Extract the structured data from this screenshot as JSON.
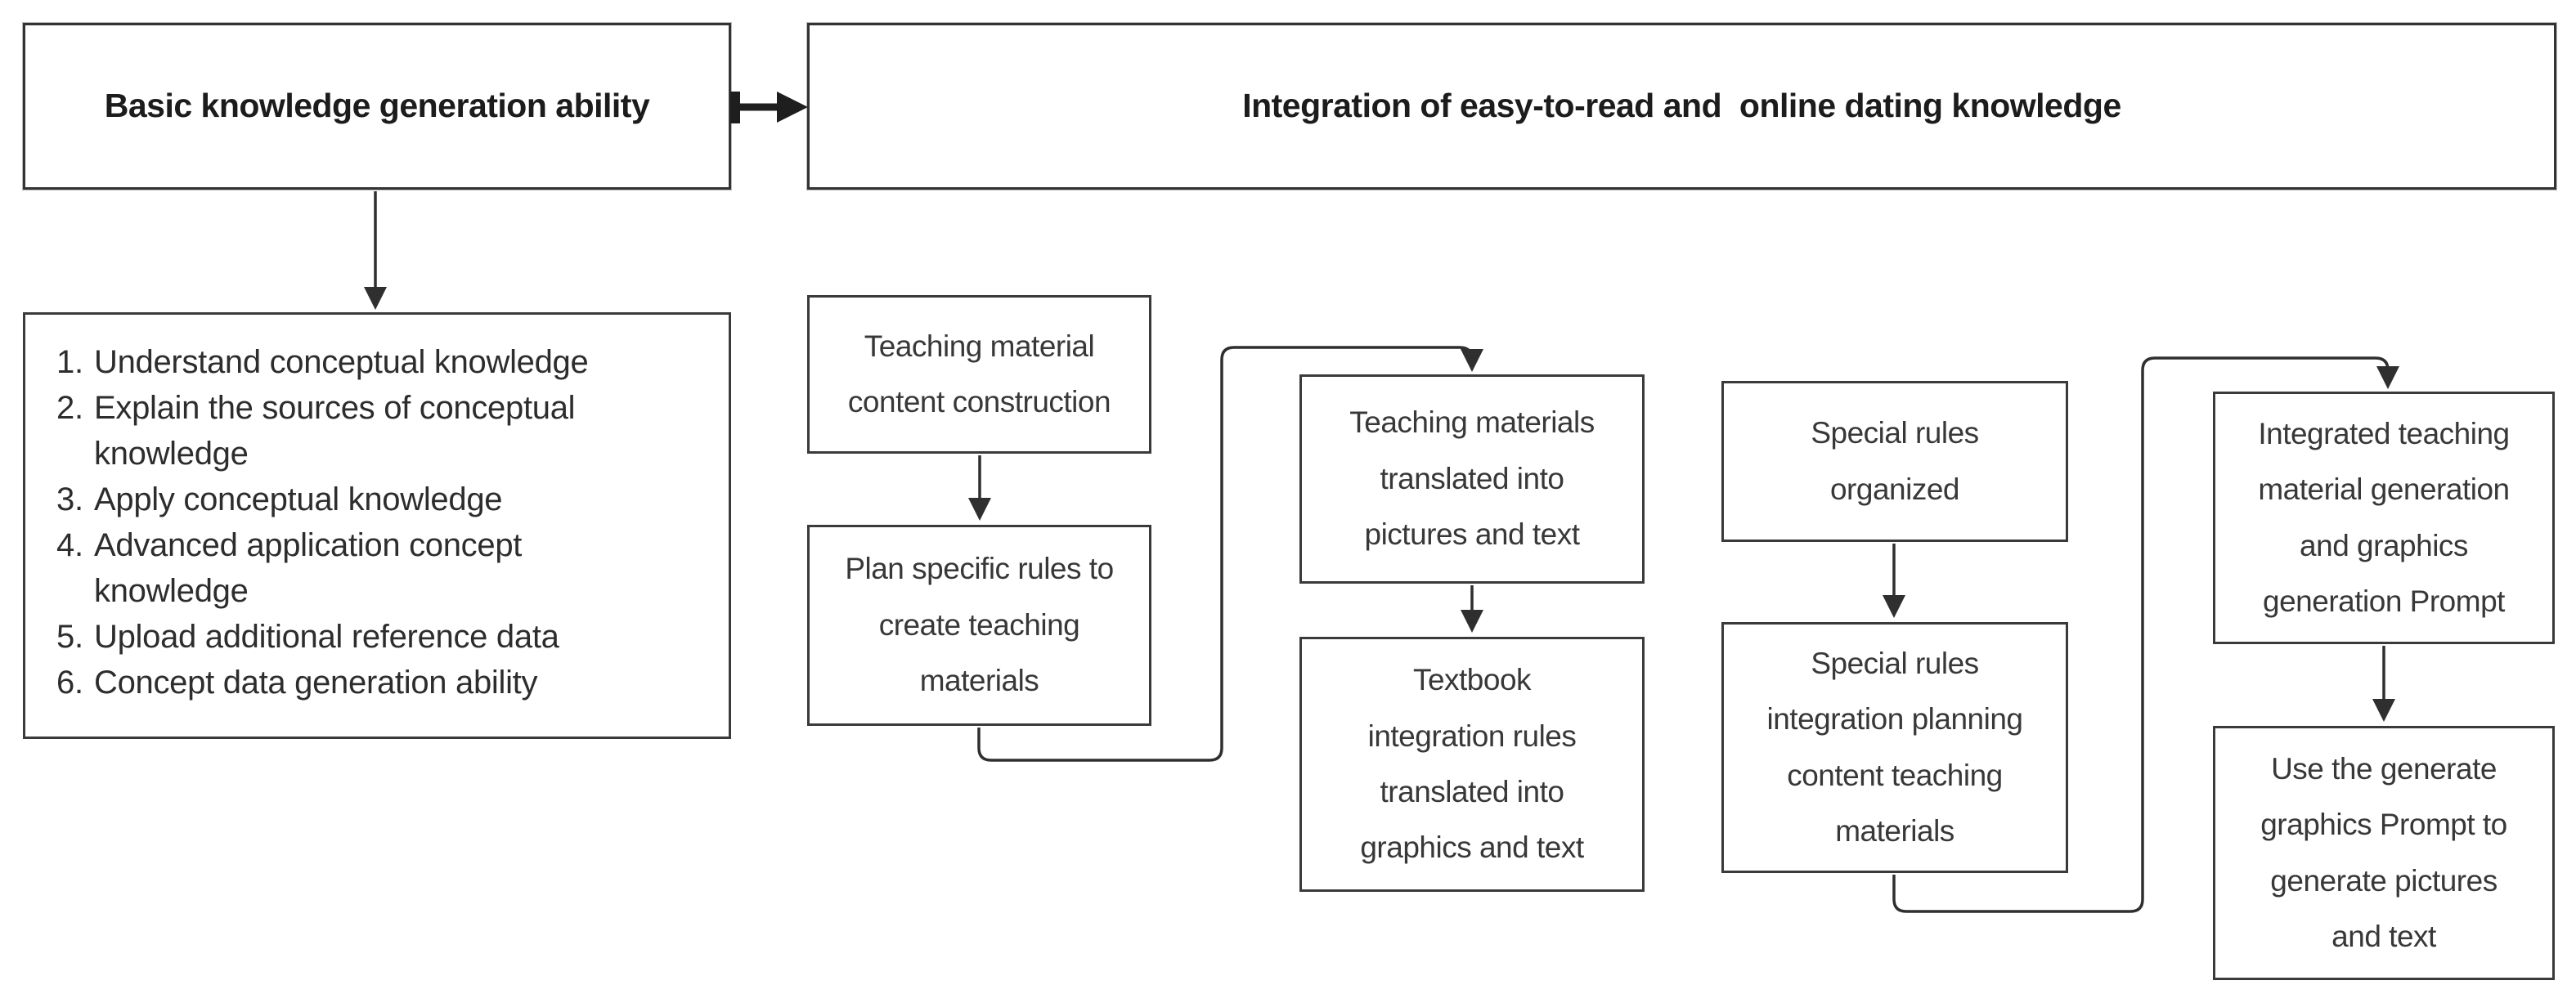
{
  "diagram": {
    "left_header": "Basic knowledge generation ability",
    "right_header": "Integration of easy-to-read and  online dating knowledge",
    "capabilities": {
      "items": [
        {
          "num": "1.",
          "text": "Understand conceptual knowledge"
        },
        {
          "num": "2.",
          "text": "Explain the sources of conceptual knowledge"
        },
        {
          "num": "3.",
          "text": "Apply conceptual knowledge"
        },
        {
          "num": "4.",
          "text": "Advanced application concept knowledge"
        },
        {
          "num": "5.",
          "text": "Upload additional reference data"
        },
        {
          "num": "6.",
          "text": "Concept data generation ability"
        }
      ]
    },
    "flow_boxes": {
      "teaching_material": "Teaching material\ncontent construction",
      "plan_rules": "Plan specific rules to\ncreate teaching\nmaterials",
      "materials_translated": "Teaching materials\ntranslated into\npictures and text",
      "textbook_rules": "Textbook\nintegration rules\ntranslated into\ngraphics and text",
      "special_rules": "Special rules\norganized",
      "special_rules_integration": "Special rules\nintegration planning\ncontent teaching\nmaterials",
      "integrated_generation": "Integrated teaching\nmaterial generation\nand graphics\ngeneration Prompt",
      "use_prompt": "Use the generate\ngraphics Prompt to\ngenerate pictures\nand text"
    },
    "colors": {
      "box_border": "#3a3a3a",
      "connector": "#2f2f2f",
      "text": "#333333",
      "header_text": "#1c1c1c",
      "background": "#ffffff"
    }
  }
}
